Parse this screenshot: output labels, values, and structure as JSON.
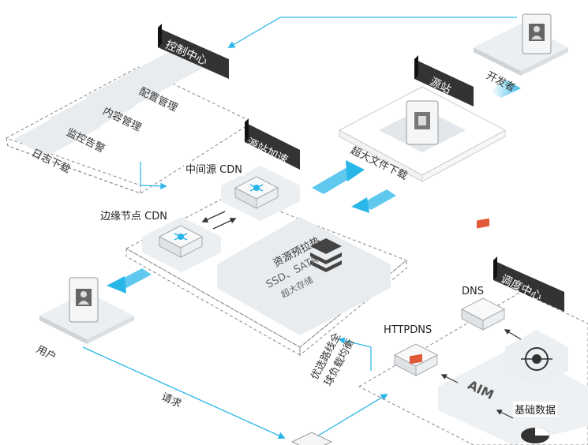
{
  "control_center": {
    "title": "控制中心",
    "items": [
      "配置管理",
      "内容管理",
      "监控告警",
      "日志下载"
    ]
  },
  "origin": {
    "title": "源站",
    "file_label": "超大文件下载"
  },
  "developer": {
    "label": "开发者"
  },
  "origin_acceleration": {
    "title": "源站加速",
    "mid_cdn": "中间源 CDN",
    "edge_cdn": "边缘节点 CDN",
    "storage": {
      "line1": "资源预拉热",
      "line2": "SSD、SATA",
      "line3": "超大存储"
    }
  },
  "user": {
    "label": "用户"
  },
  "request_label": "请求",
  "routing_label": {
    "line1": "优选路线全",
    "line2": "球负载均衡"
  },
  "scheduling_center": {
    "title": "调度中心",
    "dns": "DNS",
    "httpdns": "HTTPDNS",
    "aim": "AIM",
    "base_data": "基础数据"
  },
  "colors": {
    "accent": "#29b6e8",
    "dark_tag": "#333333",
    "panel": "#e9ecef"
  }
}
